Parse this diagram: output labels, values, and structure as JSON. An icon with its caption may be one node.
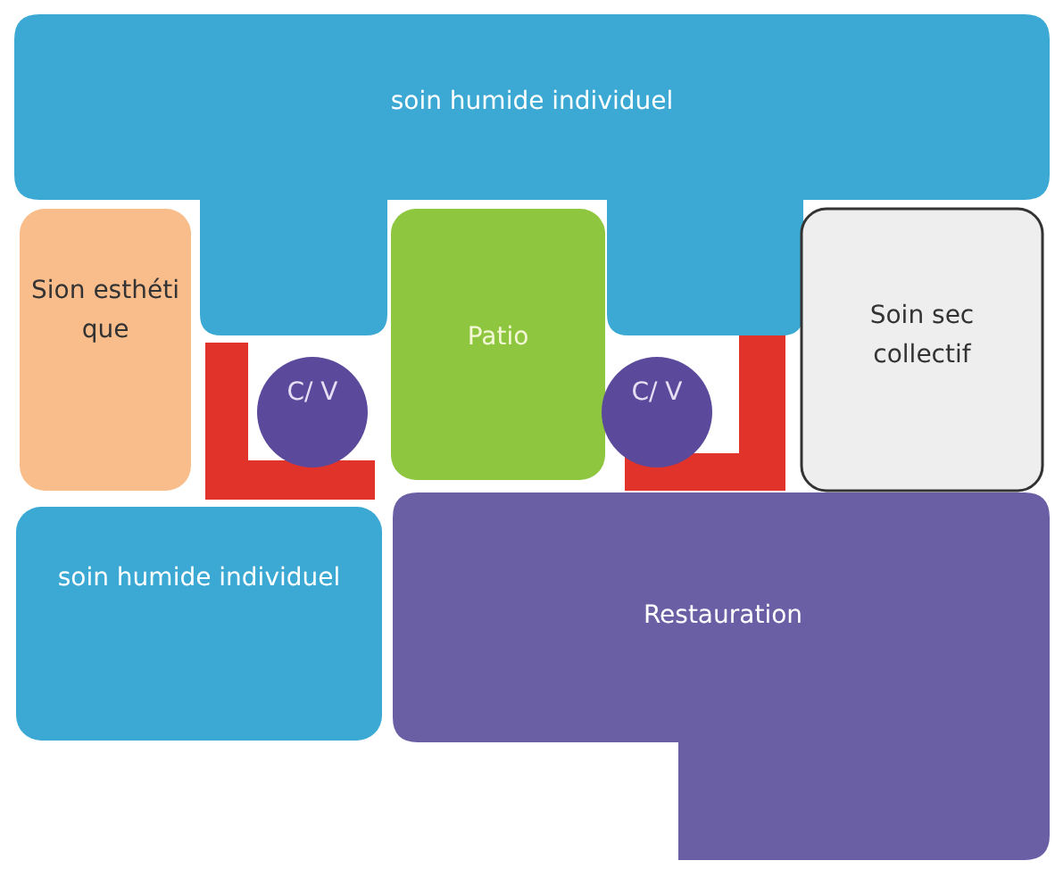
{
  "diagram": {
    "nodes": [
      {
        "text": [
          "soin humide individuel"
        ]
      },
      {
        "text": [
          "Sion esthéti que"
        ]
      },
      {
        "text": [
          "Patio"
        ]
      },
      {
        "text": [
          "Soin sec collectif"
        ]
      },
      {
        "text": [
          "C/ V"
        ]
      },
      {
        "text": [
          "C/ V"
        ]
      },
      {
        "text": [
          "soin humide individuel"
        ]
      },
      {
        "text": [
          "Restauration"
        ]
      }
    ]
  }
}
